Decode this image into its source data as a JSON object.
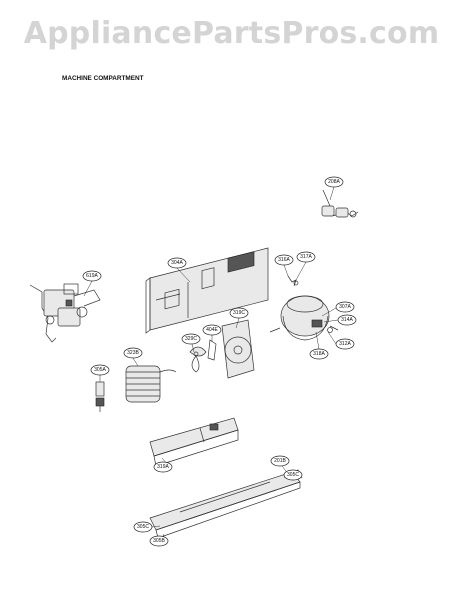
{
  "watermark": "AppliancePartsPros.com",
  "section_title": "MACHINE COMPARTMENT",
  "callouts": {
    "c208A": "208A",
    "c304A": "304A",
    "c316A": "316A",
    "c317A": "317A",
    "c619A": "619A",
    "c307A": "307A",
    "c314A": "314A",
    "c312A": "312A",
    "c318A": "318A",
    "c319C": "319C",
    "c404E": "404E",
    "c329C": "329C",
    "c323B": "323B",
    "c305A": "305A",
    "c319A": "319A",
    "c201B": "201B",
    "c305C": "305C",
    "c305Cb": "305C",
    "c305B": "305B"
  }
}
